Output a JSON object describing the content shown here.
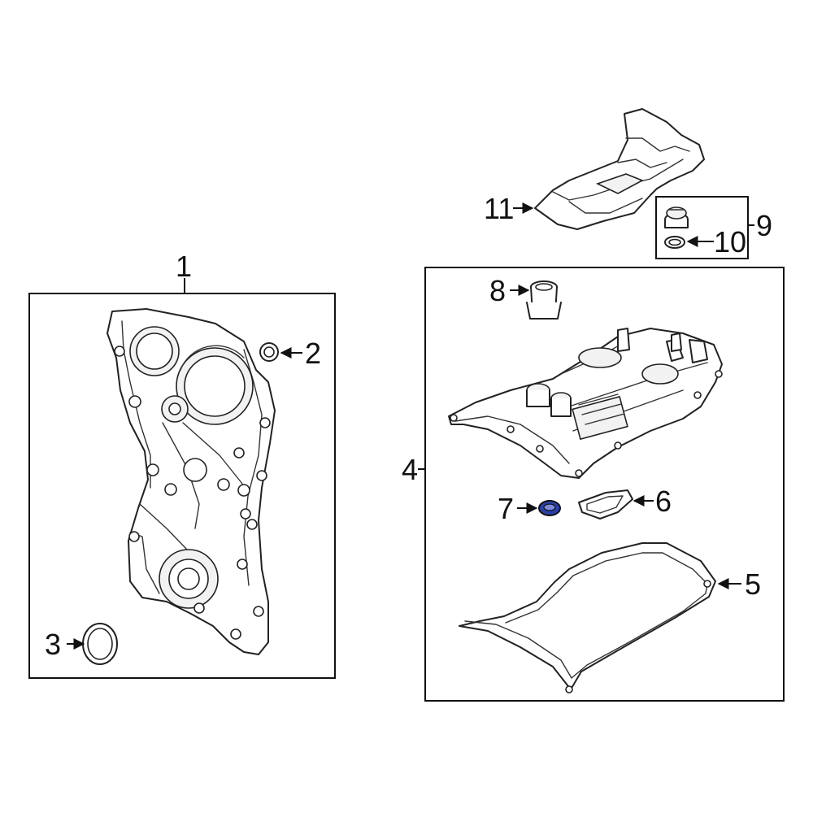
{
  "callouts": {
    "c1": "1",
    "c2": "2",
    "c3": "3",
    "c4": "4",
    "c5": "5",
    "c6": "6",
    "c7": "7",
    "c8": "8",
    "c9": "9",
    "c10": "10",
    "c11": "11"
  },
  "colors": {
    "line": "#111111",
    "highlight_part": "#2b3fa8",
    "background": "#ffffff"
  },
  "highlighted_callout": "7"
}
